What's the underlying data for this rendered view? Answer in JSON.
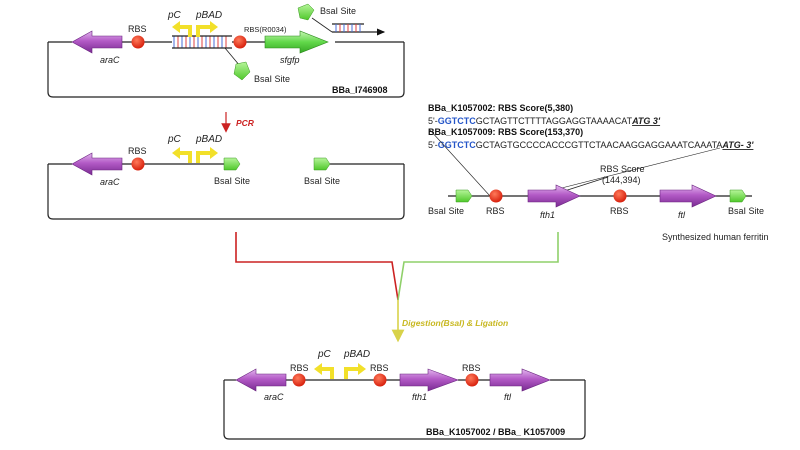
{
  "colors": {
    "gene": "#9b3fb0",
    "gene_light": "#e3b6ee",
    "rbs": "#e02010",
    "bsai": "#6fdc3c",
    "sfgfp": "#62d84a",
    "promoter": "#f2e02a",
    "pcr_arrow": "#cc2222",
    "green_line": "#8fd06a",
    "yellow_line": "#d8d24a",
    "seq_highlight": "#2455c8",
    "stripe_blue": "#4a6cd8",
    "stripe_red": "#e04040"
  },
  "plasmid1": {
    "name": "BBa_I746908",
    "gene": "araC",
    "rbs": "RBS",
    "rbs2": "RBS(R0034)",
    "promoter_left": "pC",
    "promoter_right": "pBAD",
    "reporter": "sfgfp",
    "bsai_top": "BsaI Site",
    "bsai_bottom": "BsaI Site"
  },
  "pcr_label": "PCR",
  "plasmid2": {
    "gene": "araC",
    "rbs": "RBS",
    "promoter_left": "pC",
    "promoter_right": "pBAD",
    "bsai_left": "BsaI Site",
    "bsai_right": "BsaI Site"
  },
  "ferritin": {
    "seq1_title": "BBa_K1057002: RBS Score(5,380)",
    "seq1_prefix": "5'-",
    "seq1_hl": "GGTCTC",
    "seq1_body": "GCTAGTTCTTTTAGGAGGTAAAACAT",
    "seq1_end": "ATG 3'",
    "seq2_title": "BBa_K1057009: RBS Score(153,370)",
    "seq2_prefix": "5'-",
    "seq2_hl": "GGTCTC",
    "seq2_body": "GCTAGTGCCCCACCCGTTCTAACAAGGAGGAAATCAAATA",
    "seq2_end": "ATG- 3'",
    "score_label": "RBS Score",
    "score_value": "(144,394)",
    "bsai_left": "BsaI Site",
    "rbs1": "RBS",
    "gene1": "fth1",
    "rbs2": "RBS",
    "gene2": "ftl",
    "bsai_right": "BsaI Site",
    "caption": "Synthesized human ferritin"
  },
  "digest_label": "Digestion(BsaI) & Ligation",
  "plasmid3": {
    "gene": "araC",
    "rbs1": "RBS",
    "promoter_left": "pC",
    "promoter_right": "pBAD",
    "rbs2": "RBS",
    "gene2": "fth1",
    "rbs3": "RBS",
    "gene3": "ftl",
    "name": "BBa_K1057002 / BBa_ K1057009"
  }
}
